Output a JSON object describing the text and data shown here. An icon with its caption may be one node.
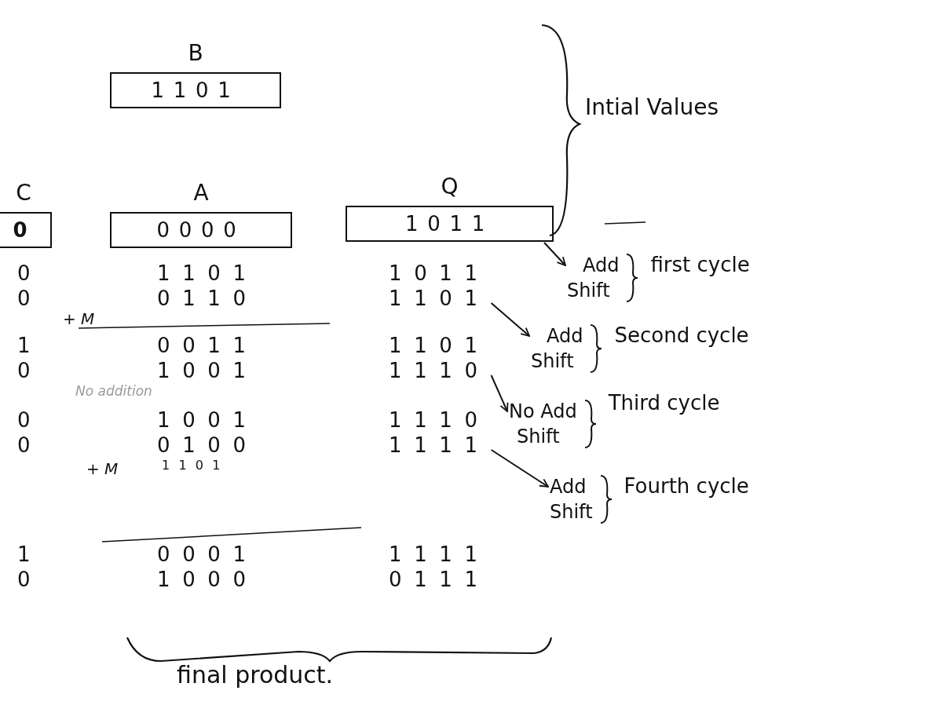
{
  "diagram": {
    "nodes": [
      {
        "text": [
          "B",
          "1101"
        ]
      },
      {
        "text": [
          "C",
          "0"
        ]
      },
      {
        "text": [
          "A",
          "0000"
        ]
      },
      {
        "text": [
          "Q",
          "1011"
        ]
      },
      {
        "text": [
          "Add",
          "Shift"
        ],
        "beside": [
          "first cycle"
        ]
      },
      {
        "text": [
          "1101"
        ]
      },
      {
        "text": [
          "Add",
          "Shift"
        ],
        "beside": [
          "Second cycle"
        ]
      },
      {
        "text": [
          "1110"
        ]
      },
      {
        "text": [
          "No Add",
          "Shift"
        ],
        "beside": [
          "Third cycle"
        ]
      },
      {
        "text": [
          "1111"
        ]
      },
      {
        "text": [
          "Add",
          "Shift"
        ],
        "beside": [
          "Fourth cycle"
        ]
      }
    ],
    "edges": [
      {
        "from": 3,
        "to": 4,
        "arrow": "to"
      },
      {
        "from": 5,
        "to": 6,
        "arrow": "to"
      },
      {
        "from": 7,
        "to": 8,
        "arrow": "to"
      },
      {
        "from": 9,
        "to": 10,
        "arrow": "to"
      }
    ],
    "labels": [
      "Intial Values",
      "0",
      "1101",
      "1011",
      "0",
      "0110",
      "+ M",
      "1",
      "0011",
      "1101",
      "0",
      "1001",
      "No addition",
      "0",
      "1001",
      "1110",
      "0",
      "0100",
      "+ M",
      "1101",
      "1",
      "0001",
      "1111",
      "0",
      "1000",
      "0111",
      "final product."
    ]
  }
}
